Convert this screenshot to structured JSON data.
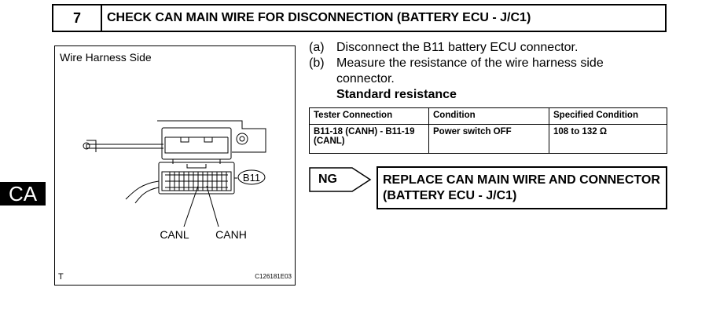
{
  "step": {
    "number": "7",
    "title": "CHECK CAN MAIN WIRE FOR DISCONNECTION (BATTERY ECU - J/C1)"
  },
  "side_tab": "CA",
  "diagram": {
    "top_label": "Wire Harness Side",
    "connector_label": "B11",
    "pin_labels": [
      "CANL",
      "CANH"
    ],
    "corner_letter": "T",
    "figure_code": "C126181E03"
  },
  "instructions": [
    {
      "key": "(a)",
      "text": "Disconnect the B11 battery ECU connector."
    },
    {
      "key": "(b)",
      "text": "Measure the resistance of the wire harness side connector."
    }
  ],
  "standard_heading": "Standard resistance",
  "table": {
    "headers": [
      "Tester Connection",
      "Condition",
      "Specified Condition"
    ],
    "rows": [
      [
        "B11-18 (CANH) - B11-19 (CANL)",
        "Power switch OFF",
        "108 to 132 Ω"
      ]
    ]
  },
  "ng_label": "NG",
  "result_text": "REPLACE CAN MAIN WIRE AND CONNECTOR (BATTERY ECU - J/C1)"
}
